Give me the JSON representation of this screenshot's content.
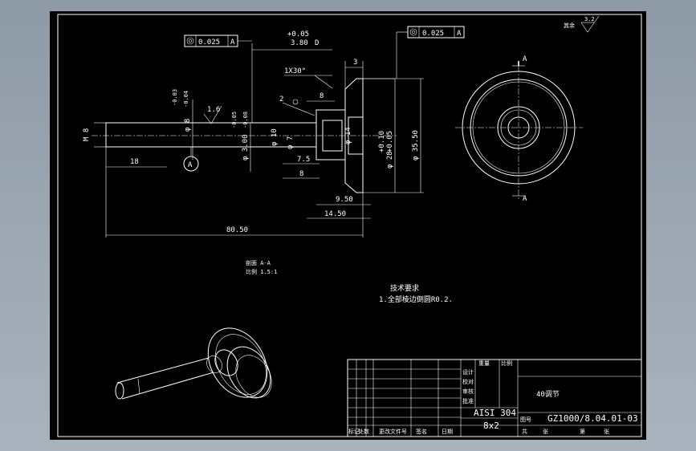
{
  "colors": {
    "background": "#a0aab4",
    "sheet": "#000000",
    "lines": "#ffffff"
  },
  "gdt": {
    "left": {
      "value": "0.025",
      "datum": "A"
    },
    "right": {
      "value": "0.025",
      "datum": "A"
    }
  },
  "dimensions": {
    "tol_top": "+0.05",
    "len_380": "3.80",
    "tol_letter": "D",
    "chamfer": "1X30°",
    "len_3": "3",
    "len_2": "2",
    "len_8a": "8",
    "dia_m8": "M 8",
    "dia_phi8": "φ 8",
    "tol_minus003": "-0.03",
    "tol_minus004": "-0.04",
    "rough_16": "1.6",
    "dia_phi3": "φ 3.00",
    "tol_minus005": "-0.05",
    "tol_minus008": "-0.08",
    "dia_phi10": "φ 10",
    "dia_phi7": "φ 7",
    "len_75": "7.5",
    "len_8b": "8",
    "dia_phi14": "φ 14",
    "tol_plus010": "+0.10",
    "tol_plus005": "+0.05",
    "dia_phi28": "φ 28",
    "dia_phi355": "φ 35.50",
    "len_950": "9.50",
    "len_1450": "14.50",
    "len_8050": "80.50",
    "len_18": "18",
    "datum_a": "A",
    "section_a_top": "A",
    "section_a_bottom": "A"
  },
  "roughness_top_right": {
    "label": "其余",
    "value": "3.2"
  },
  "section_note": {
    "line1": "剖面 A-A",
    "line2": "比例 1.5:1"
  },
  "tech_req": {
    "title": "技术要求",
    "item1": "1.全部棱边倒圆R0.2."
  },
  "title_block": {
    "material": "AISI 304",
    "scale": "8x2",
    "part_name": "40调节",
    "drawing_no": "GZ1000/8.04.01-03",
    "drawing_no_label": "图号",
    "header_left_a": "标记",
    "header_left_b": "处数",
    "header_left_c": "更改文件号",
    "header_left_d": "签名",
    "header_left_e": "日期",
    "role_design": "设计",
    "role_check": "校对",
    "role_review": "审核",
    "role_approve": "批准",
    "col_weight": "重量",
    "col_ratio": "比例",
    "sheet_label": "共",
    "sheet_total": "张",
    "sheet_idx": "第",
    "sheet_unit": "张"
  }
}
